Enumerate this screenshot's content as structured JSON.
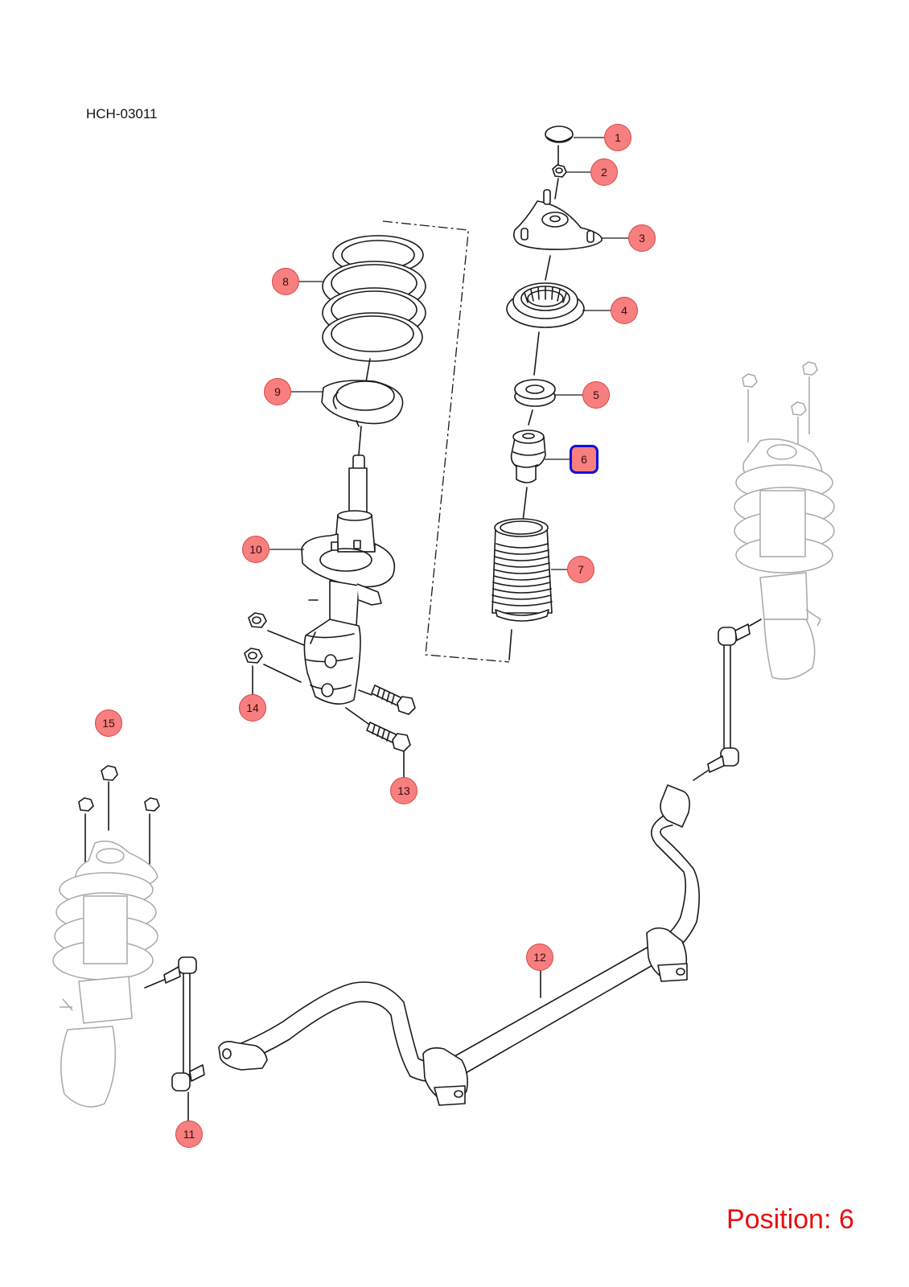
{
  "diagram_code": "HCH-03011",
  "position_label": "Position: 6",
  "selected_part": "6",
  "colors": {
    "callout_fill": "#f77f7f",
    "selected_outline": "#1010d8",
    "position_text": "#e81010",
    "line": "#1a1a1a",
    "ghost_line": "#a8a8a8"
  },
  "callouts": [
    {
      "id": "1",
      "label": "1"
    },
    {
      "id": "2",
      "label": "2"
    },
    {
      "id": "3",
      "label": "3"
    },
    {
      "id": "4",
      "label": "4"
    },
    {
      "id": "5",
      "label": "5"
    },
    {
      "id": "6",
      "label": "6"
    },
    {
      "id": "7",
      "label": "7"
    },
    {
      "id": "8",
      "label": "8"
    },
    {
      "id": "9",
      "label": "9"
    },
    {
      "id": "10",
      "label": "10"
    },
    {
      "id": "11",
      "label": "11"
    },
    {
      "id": "12",
      "label": "12"
    },
    {
      "id": "13",
      "label": "13"
    },
    {
      "id": "14",
      "label": "14"
    },
    {
      "id": "15",
      "label": "15"
    }
  ]
}
